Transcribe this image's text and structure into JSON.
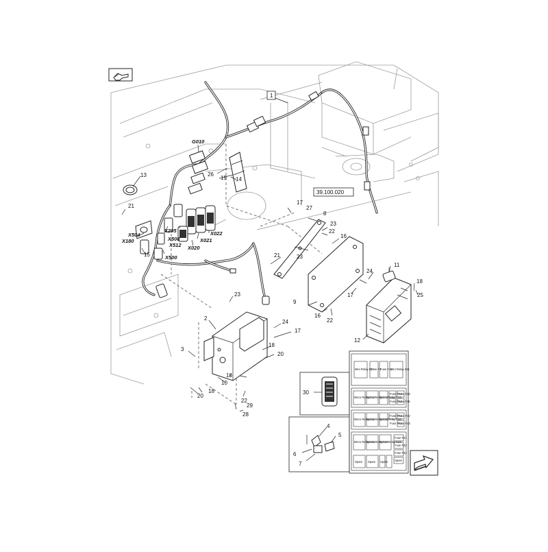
{
  "reference_box": "39.100.020",
  "connectors": [
    "G010",
    "X205",
    "X508",
    "X512",
    "X504",
    "X180",
    "X500",
    "X021",
    "X022",
    "X020"
  ],
  "callouts": [
    "1",
    "2",
    "3",
    "4",
    "5",
    "6",
    "7",
    "8",
    "9",
    "10",
    "11",
    "12",
    "13",
    "14",
    "15",
    "16",
    "17",
    "18",
    "19",
    "20",
    "21",
    "22",
    "23",
    "24",
    "25",
    "26",
    "27",
    "28",
    "29",
    "30"
  ],
  "fuse_panel": {
    "group1": [
      "Mini Relay K1*",
      "Fuse F1",
      "Fuse F11",
      "Mini Relay K11"
    ],
    "group2": [
      "Micro Relay K12",
      "Micro Relay K13",
      "Micro Relay K14",
      "Fuse F12",
      "Fuse F13",
      "Fuse F14",
      "Fuse F15",
      "Fuse F16"
    ],
    "group3": [
      "Micro Relay K41",
      "Micro Relay K42",
      "Micro Relay K43",
      "Fuse F41",
      "Fuse F42",
      "Fuse F43",
      "Fuse F44"
    ],
    "group4": [
      "Micro Relay K21",
      "Micro Relay K22",
      "Micro Relay K23",
      "Fuse F21",
      "Fuse F22",
      "Fuse F23",
      "Spare",
      "Spare",
      "Spare",
      "Spare"
    ]
  },
  "icons": [
    "hand-pointer-icon",
    "next-page-arrow-icon"
  ]
}
